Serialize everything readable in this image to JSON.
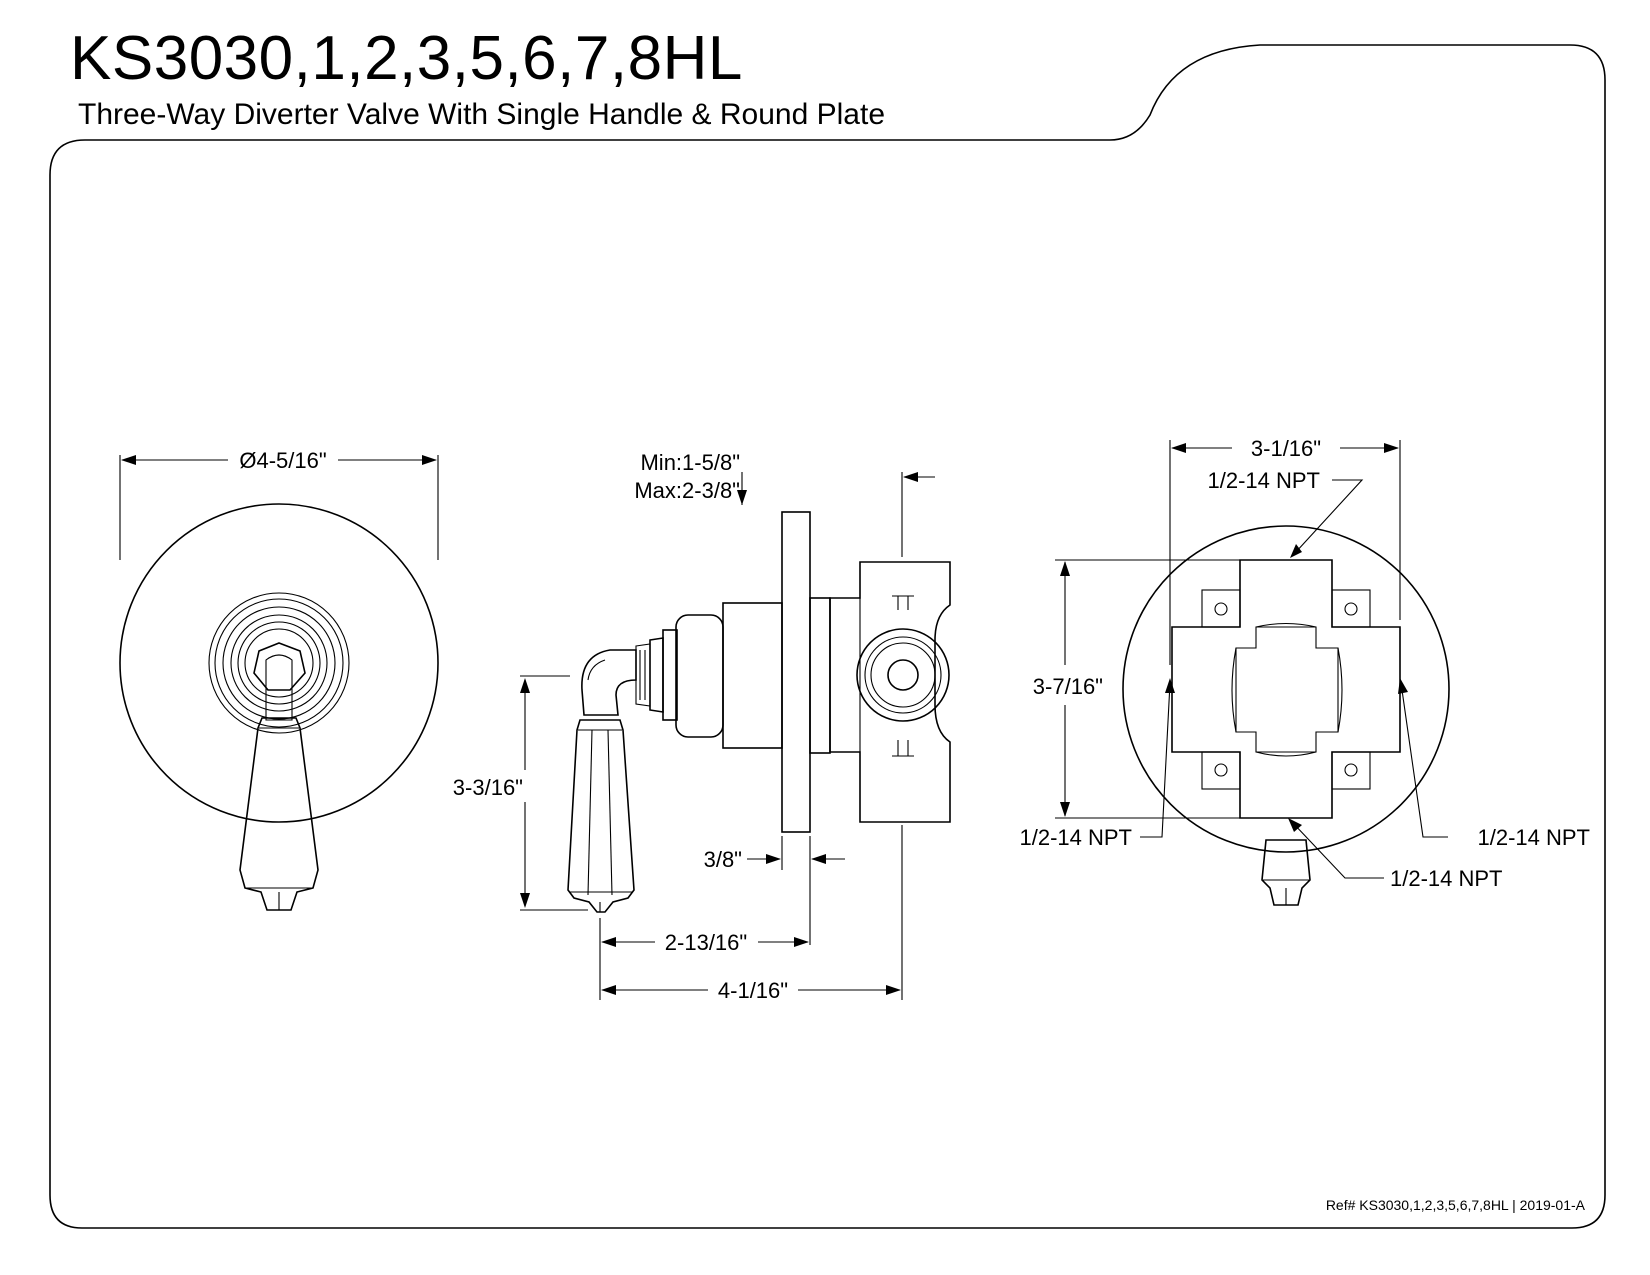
{
  "header": {
    "title": "KS3030,1,2,3,5,6,7,8HL",
    "subtitle": "Three-Way Diverter Valve With Single Handle & Round Plate"
  },
  "dimensions": {
    "plate_diameter": "Ø4-5/16\"",
    "wall_min": "Min:1-5/8\"",
    "wall_max": "Max:2-3/8\"",
    "handle_height": "3-3/16\"",
    "plate_thickness": "3/8\"",
    "handle_to_plate": "2-13/16\"",
    "overall_depth": "4-1/16\"",
    "body_width": "3-1/16\"",
    "body_height": "3-7/16\"",
    "port_top": "1/2-14 NPT",
    "port_left": "1/2-14 NPT",
    "port_right": "1/2-14 NPT",
    "port_bottom": "1/2-14 NPT"
  },
  "footer": {
    "reference": "Ref# KS3030,1,2,3,5,6,7,8HL | 2019-01-A"
  }
}
